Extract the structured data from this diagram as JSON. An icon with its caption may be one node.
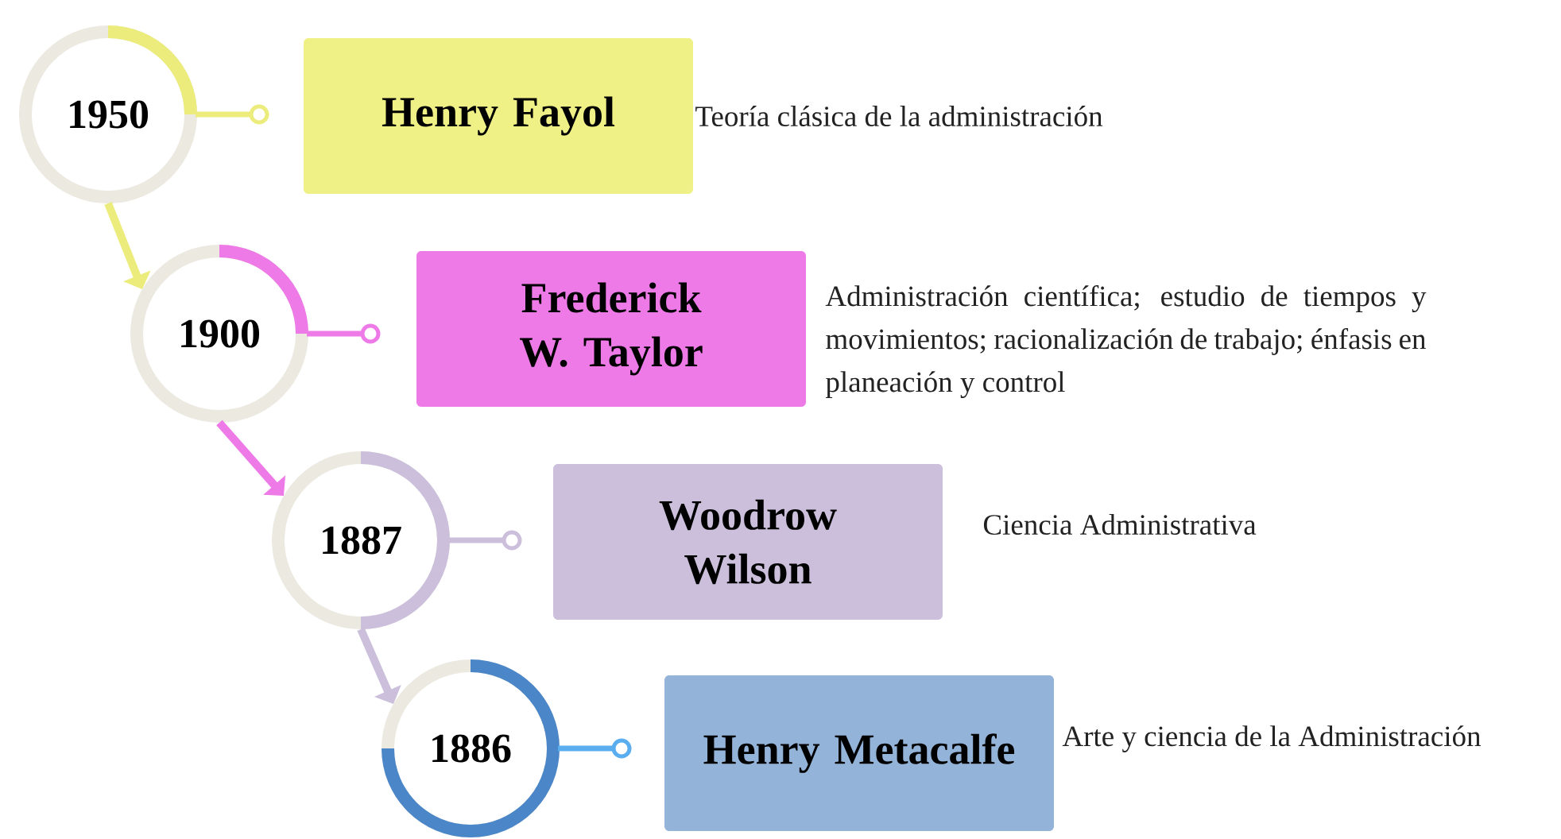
{
  "diagram": {
    "nodes": [
      {
        "text": [
          "1950"
        ]
      },
      {
        "text": [
          "Henry Fayol"
        ],
        "beside": [
          "Teoría clásica de la administración"
        ]
      },
      {
        "text": [
          "1900"
        ]
      },
      {
        "text": [
          "Frederick W. Taylor"
        ],
        "beside": [
          "Administración científica; estudio de tiempos y movimientos; racionalización de trabajo; énfasis en planeación y control"
        ]
      },
      {
        "text": [
          "1887"
        ]
      },
      {
        "text": [
          "Woodrow Wilson"
        ],
        "beside": [
          "Ciencia Administrativa"
        ]
      },
      {
        "text": [
          "1886"
        ]
      },
      {
        "text": [
          "Henry Metacalfe"
        ],
        "beside": [
          "Arte y ciencia de la Administración"
        ]
      }
    ],
    "edges": [
      {
        "from": 0,
        "to": 2,
        "arrow": "to",
        "color": "#ecec7c"
      },
      {
        "from": 2,
        "to": 4,
        "arrow": "to",
        "color": "#ee7ae8"
      },
      {
        "from": 4,
        "to": 6,
        "arrow": "to",
        "color": "#cbbfdc"
      }
    ]
  }
}
